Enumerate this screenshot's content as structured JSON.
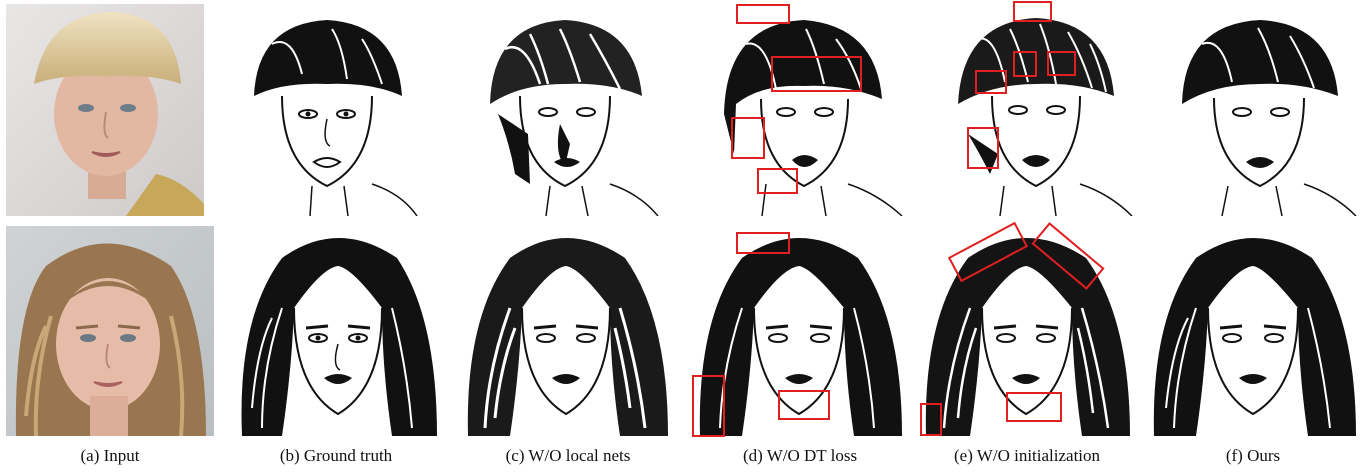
{
  "figure": {
    "captions": [
      "(a) Input",
      "(b) Ground truth",
      "(c) W/O local nets",
      "(d) W/O DT loss",
      "(e) W/O initialization",
      "(f) Ours"
    ],
    "rows": [
      {
        "subject": "short blond bowl-cut hair portrait"
      },
      {
        "subject": "long wavy hair portrait"
      }
    ],
    "highlight_color": "#e02020"
  }
}
